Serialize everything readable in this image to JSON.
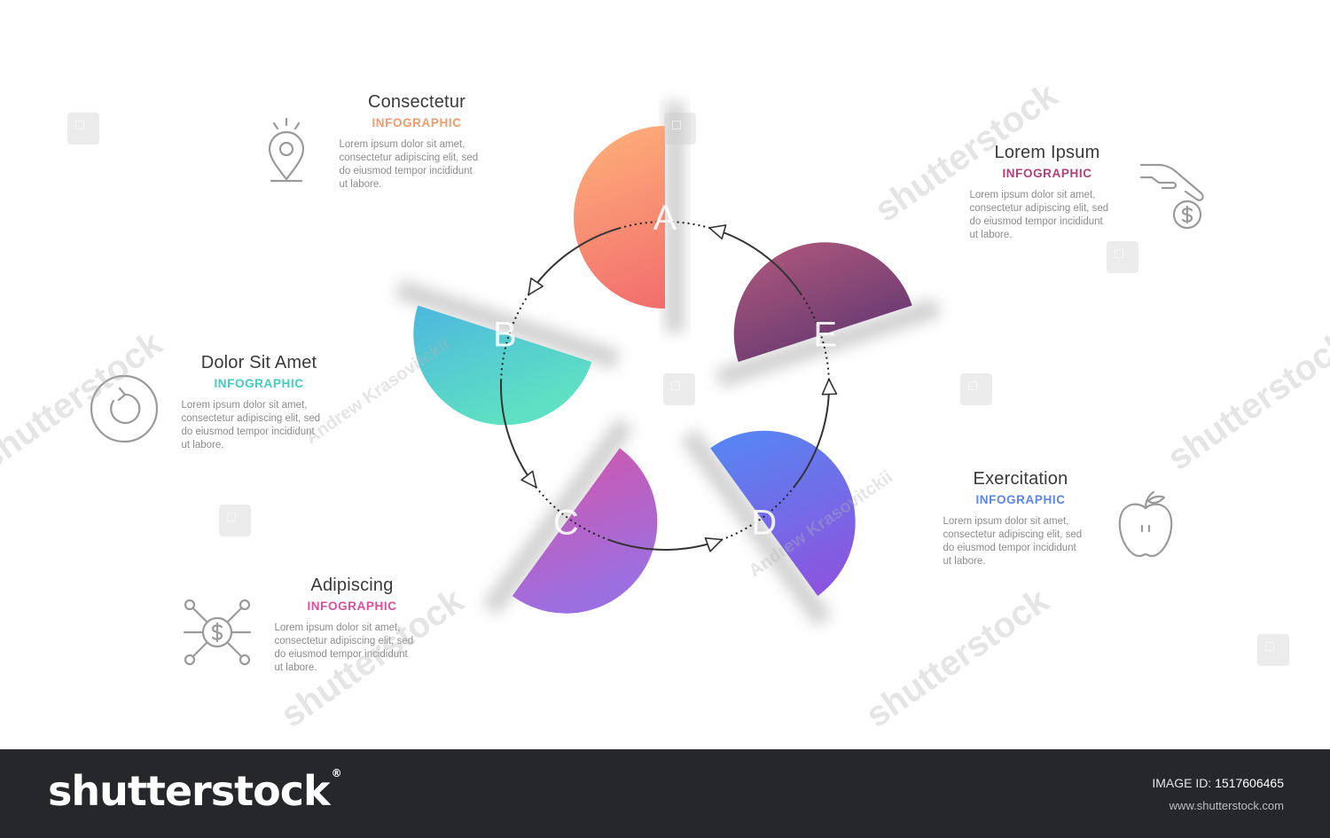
{
  "diagram": {
    "nodes": [
      {
        "id": "A",
        "letter": "A",
        "title": "Consectetur",
        "subtitle": "INFOGRAPHIC",
        "sub_color": "#f39a6b",
        "grad": [
          "#ffb27a",
          "#f26f6d"
        ],
        "icon": "location-pin-icon",
        "desc": [
          "Lorem ipsum dolor sit amet,",
          "consectetur adipiscing elit, sed",
          "do eiusmod tempor incididunt",
          "ut labore."
        ]
      },
      {
        "id": "B",
        "letter": "B",
        "title": "Dolor Sit Amet",
        "subtitle": "INFOGRAPHIC",
        "sub_color": "#3ecfc0",
        "grad": [
          "#45a6ea",
          "#5ee0c3"
        ],
        "icon": "refresh-cycle-icon",
        "desc": [
          "Lorem ipsum dolor sit amet,",
          "consectetur adipiscing elit, sed",
          "do eiusmod tempor incididunt",
          "ut labore."
        ]
      },
      {
        "id": "C",
        "letter": "C",
        "title": "Adipiscing",
        "subtitle": "INFOGRAPHIC",
        "sub_color": "#d94f9b",
        "grad": [
          "#e24f9c",
          "#9c6fe0"
        ],
        "icon": "money-network-icon",
        "desc": [
          "Lorem ipsum dolor sit amet,",
          "consectetur adipiscing elit, sed",
          "do eiusmod tempor incididunt",
          "ut labore."
        ]
      },
      {
        "id": "D",
        "letter": "D",
        "title": "Exercitation",
        "subtitle": "INFOGRAPHIC",
        "sub_color": "#5a86f0",
        "grad": [
          "#4f8cf4",
          "#8a56e0"
        ],
        "icon": "apple-icon",
        "desc": [
          "Lorem ipsum dolor sit amet,",
          "consectetur adipiscing elit, sed",
          "do eiusmod tempor incididunt",
          "ut labore."
        ]
      },
      {
        "id": "E",
        "letter": "E",
        "title": "Lorem Ipsum",
        "subtitle": "INFOGRAPHIC",
        "sub_color": "#b0407a",
        "grad": [
          "#b45a7c",
          "#4a2e6e"
        ],
        "icon": "hand-coin-icon",
        "desc": [
          "Lorem ipsum dolor sit amet,",
          "consectetur adipiscing elit, sed",
          "do eiusmod tempor incididunt",
          "ut labore."
        ]
      }
    ]
  },
  "watermarks": {
    "site_mark": "shutterstock",
    "author": "Andrew Krasovitckii"
  },
  "footer": {
    "brand": "shutterstock",
    "brand_sup": "®",
    "image_id_label": "IMAGE ID:",
    "image_id": "1517606465",
    "site": "www.shutterstock.com"
  }
}
